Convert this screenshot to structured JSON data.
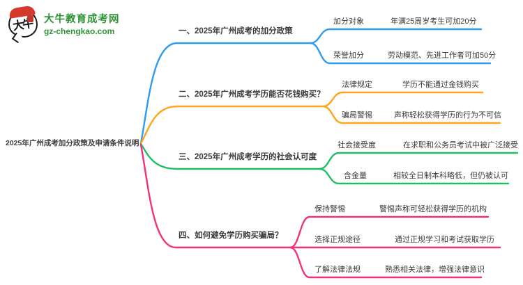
{
  "logo": {
    "mark_text": "大牛",
    "site_name": "大牛教育成考网",
    "site_url": "gz-chengkao.com",
    "brand_green": "#2f9435",
    "seal_red": "#c2382c"
  },
  "root": {
    "title": "2025年广州成考加分政策及申请条件说明"
  },
  "text_color": "#3a3a3a",
  "branches": [
    {
      "label": "一、2025年广州成考的加分政策",
      "color": "#2f9bf0",
      "children": [
        {
          "key": "加分对象",
          "value": "年满25周岁考生可加20分"
        },
        {
          "key": "荣誉加分",
          "value": "劳动模范、先进工作者可加50分"
        }
      ]
    },
    {
      "label": "二、2025年广州成考学历能否花钱购买？",
      "color": "#ffa41c",
      "children": [
        {
          "key": "法律规定",
          "value": "学历不能通过金钱购买"
        },
        {
          "key": "骗局警惕",
          "value": "声称轻松获得学历的行为不可信"
        }
      ]
    },
    {
      "label": "三、2025年广州成考学历的社会认可度",
      "color": "#21bd66",
      "children": [
        {
          "key": "社会接受度",
          "value": "在求职和公务员考试中被广泛接受"
        },
        {
          "key": "含金量",
          "value": "相较全日制本科略低，但仍被认可"
        }
      ]
    },
    {
      "label": "四、如何避免学历购买骗局？",
      "color": "#f0327c",
      "children": [
        {
          "key": "保持警惕",
          "value": "警惕声称可轻松获得学历的机构"
        },
        {
          "key": "选择正规途径",
          "value": "通过正规学习和考试获取学历"
        },
        {
          "key": "了解法律法规",
          "value": "熟悉相关法律，增强法律意识"
        }
      ]
    }
  ]
}
